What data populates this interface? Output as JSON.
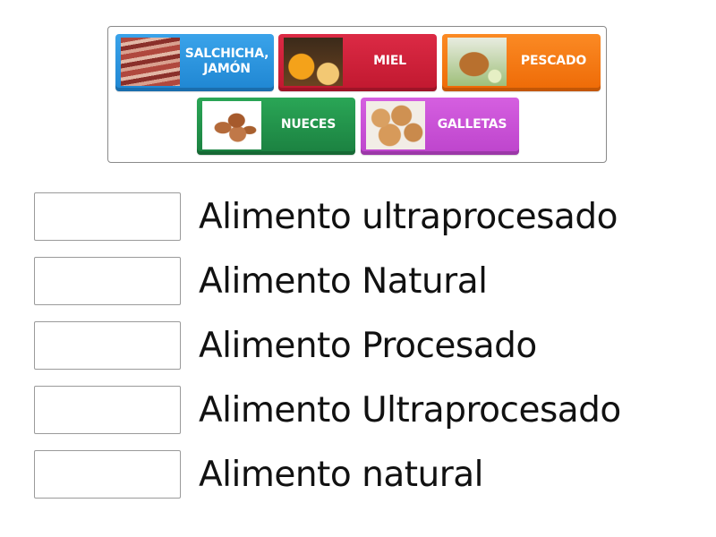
{
  "pool": {
    "tiles": [
      {
        "label": "SALCHICHA, JAMÓN",
        "color": "#2a92de",
        "image": "sausage-ham-image"
      },
      {
        "label": "MIEL",
        "color": "#d01f3a",
        "image": "honey-image"
      },
      {
        "label": "PESCADO",
        "color": "#f5740c",
        "image": "fried-fish-image"
      },
      {
        "label": "NUECES",
        "color": "#1f9245",
        "image": "pecan-nuts-image"
      },
      {
        "label": "GALLETAS",
        "color": "#c84fd6",
        "image": "cookies-image"
      }
    ]
  },
  "targets": [
    {
      "label": "Alimento ultraprocesado"
    },
    {
      "label": "Alimento Natural"
    },
    {
      "label": "Alimento Procesado"
    },
    {
      "label": "Alimento Ultraprocesado"
    },
    {
      "label": "Alimento natural"
    }
  ]
}
